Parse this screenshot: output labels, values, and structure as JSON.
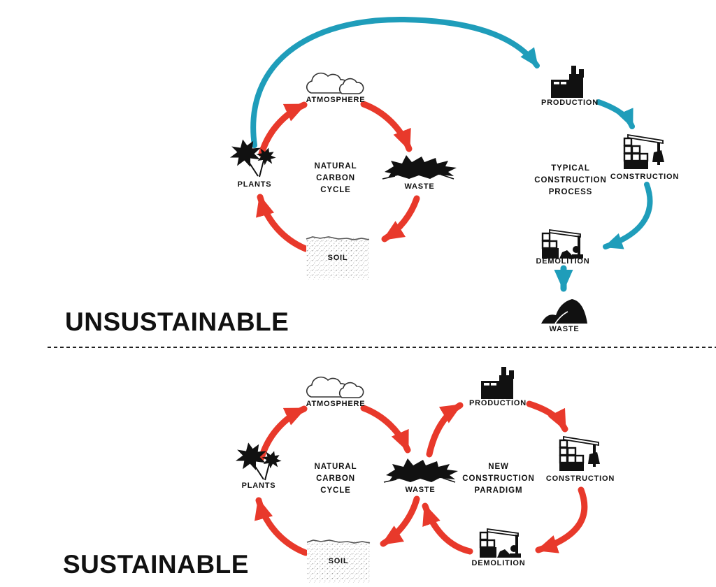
{
  "palette": {
    "red": "#e8392b",
    "teal": "#1f9dba",
    "ink": "#111111",
    "bg": "#ffffff",
    "soil_dot": "#8a8a8a"
  },
  "divider": {
    "style": "dashed"
  },
  "top": {
    "title": "UNSUSTAINABLE",
    "natural_cycle_label": {
      "l1": "NATURAL",
      "l2": "CARBON",
      "l3": "CYCLE"
    },
    "process_label": {
      "l1": "TYPICAL",
      "l2": "CONSTRUCTION",
      "l3": "PROCESS"
    },
    "nodes": {
      "atmosphere": "ATMOSPHERE",
      "plants": "PLANTS",
      "waste": "WASTE",
      "soil": "SOIL",
      "production": "PRODUCTION",
      "construction": "CONSTRUCTION",
      "demolition": "DEMOLITION",
      "landfill_waste": "WASTE"
    },
    "flows": [
      {
        "from": "plants",
        "to": "atmosphere",
        "color": "red"
      },
      {
        "from": "atmosphere",
        "to": "waste",
        "color": "red"
      },
      {
        "from": "waste",
        "to": "soil",
        "color": "red"
      },
      {
        "from": "soil",
        "to": "plants",
        "color": "red"
      },
      {
        "from": "plants",
        "to": "production",
        "color": "teal"
      },
      {
        "from": "production",
        "to": "construction",
        "color": "teal"
      },
      {
        "from": "construction",
        "to": "demolition",
        "color": "teal"
      },
      {
        "from": "demolition",
        "to": "landfill_waste",
        "color": "teal"
      }
    ]
  },
  "bottom": {
    "title": "SUSTAINABLE",
    "natural_cycle_label": {
      "l1": "NATURAL",
      "l2": "CARBON",
      "l3": "CYCLE"
    },
    "paradigm_label": {
      "l1": "NEW",
      "l2": "CONSTRUCTION",
      "l3": "PARADIGM"
    },
    "nodes": {
      "atmosphere": "ATMOSPHERE",
      "plants": "PLANTS",
      "waste": "WASTE",
      "soil": "SOIL",
      "production": "PRODUCTION",
      "construction": "CONSTRUCTION",
      "demolition": "DEMOLITION"
    },
    "flows": [
      {
        "from": "plants",
        "to": "atmosphere",
        "color": "red"
      },
      {
        "from": "atmosphere",
        "to": "waste",
        "color": "red"
      },
      {
        "from": "waste",
        "to": "soil",
        "color": "red"
      },
      {
        "from": "soil",
        "to": "plants",
        "color": "red"
      },
      {
        "from": "waste",
        "to": "production",
        "color": "red"
      },
      {
        "from": "production",
        "to": "construction",
        "color": "red"
      },
      {
        "from": "construction",
        "to": "demolition",
        "color": "red"
      },
      {
        "from": "demolition",
        "to": "waste",
        "color": "red"
      }
    ]
  }
}
